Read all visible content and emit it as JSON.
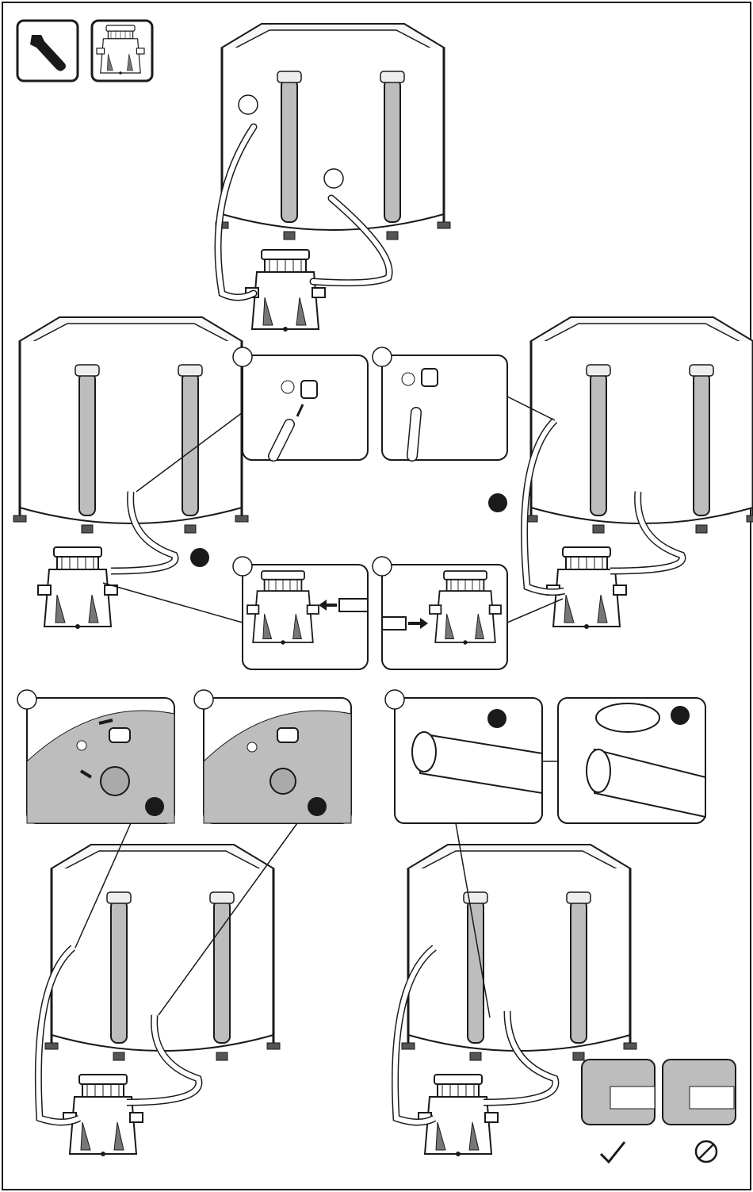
{
  "header_icons": [
    "wrench-icon",
    "filter-pump-icon"
  ],
  "steps": [
    {
      "id": "overview",
      "description_icons": [
        "pool",
        "filter-pump",
        "inlet-hose",
        "outlet-hose"
      ]
    },
    {
      "id": "remove-hose-caps",
      "callouts": [
        "cap-removal-left",
        "cap-removal-right"
      ]
    },
    {
      "id": "connect-hoses-to-pump",
      "callouts": [
        "pump-inlet",
        "pump-outlet"
      ]
    },
    {
      "id": "install-strainers",
      "callouts": [
        "strainer-connector-a",
        "strainer-connector-b",
        "hose-clamp-a",
        "hose-clamp-b"
      ]
    },
    {
      "id": "final-assembly",
      "variants": [
        "left",
        "right"
      ]
    }
  ],
  "compare_badges": {
    "correct": "correct-checkmark-icon",
    "incorrect": "incorrect-prohibited-icon"
  },
  "colors": {
    "stroke": "#1a1a1a",
    "pool_wall": "#ffffff",
    "leg_fill": "#bdbdbd",
    "water_gray": "#9e9e9e",
    "callout_bg": "#ffffff"
  }
}
